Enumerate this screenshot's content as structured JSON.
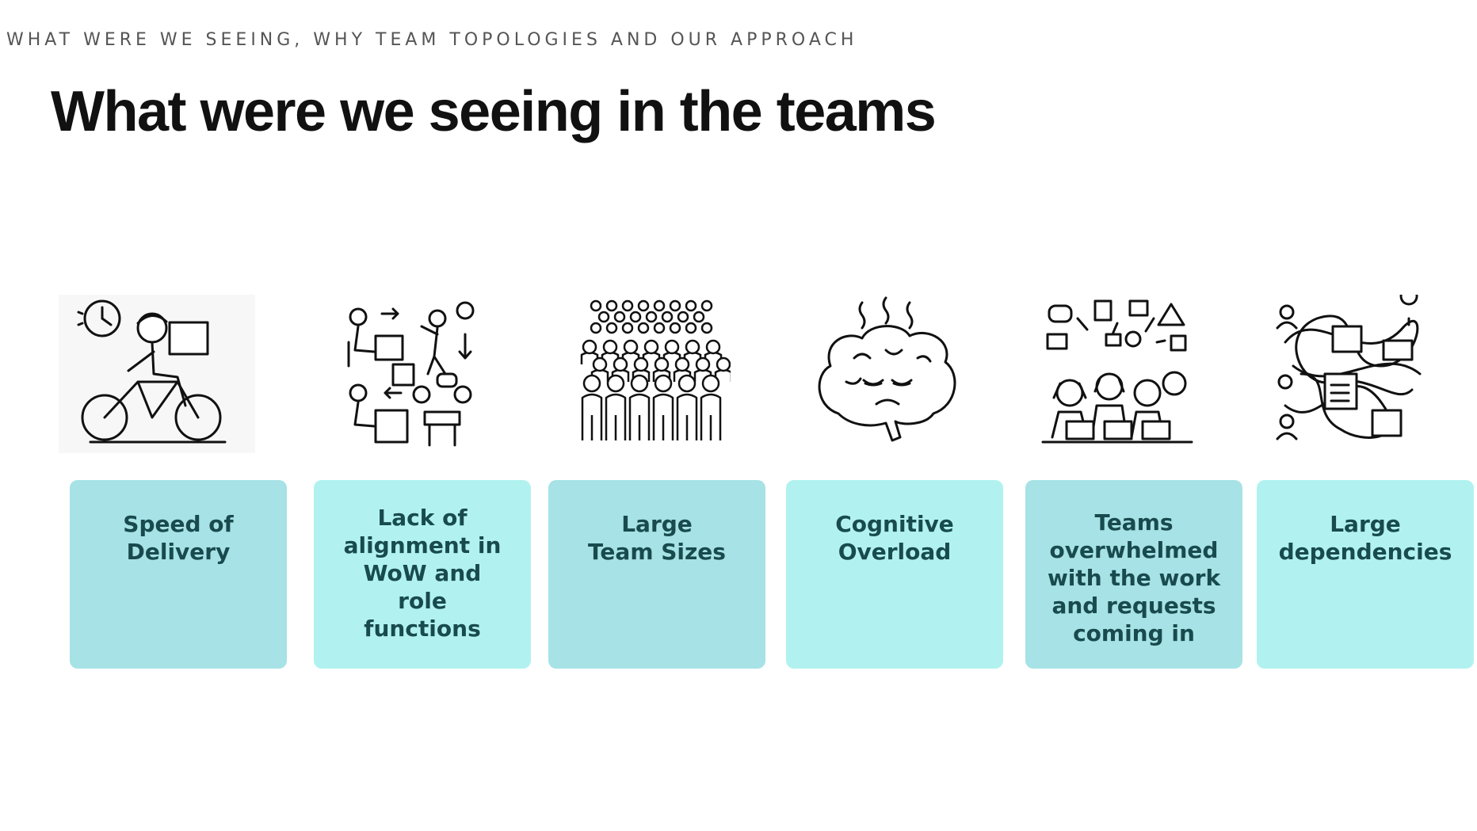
{
  "header": {
    "kicker": "WHAT WERE WE SEEING, WHY TEAM TOPOLOGIES AND OUR APPROACH",
    "title": "What were we seeing in the teams"
  },
  "items": [
    {
      "label": "Speed of Delivery",
      "icon": "cyclist-delivery-icon",
      "color": "#a6e2e6"
    },
    {
      "label": "Lack of alignment in WoW and role functions",
      "icon": "misaligned-workers-icon",
      "color": "#b1f2f0"
    },
    {
      "label": "Large Team Sizes",
      "icon": "crowd-icon",
      "color": "#a6e2e6"
    },
    {
      "label": "Cognitive Overload",
      "icon": "tired-brain-icon",
      "color": "#b1f2f0"
    },
    {
      "label": "Teams overwhelmed with the work and requests coming in",
      "icon": "overwhelmed-team-icon",
      "color": "#a6e2e6"
    },
    {
      "label": "Large dependencies",
      "icon": "tangled-dependencies-icon",
      "color": "#b1f2f0"
    }
  ]
}
